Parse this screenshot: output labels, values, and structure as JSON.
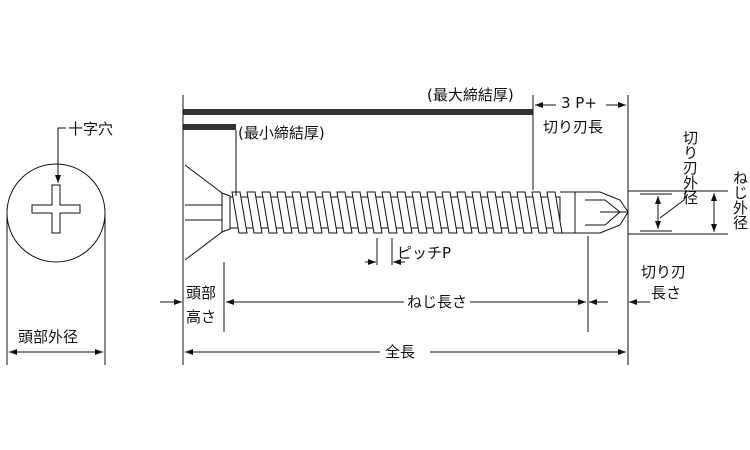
{
  "labels": {
    "cross_recess": "十字穴",
    "head_diameter": "頭部外径",
    "max_fastening_thickness": "(最大締結厚)",
    "min_fastening_thickness": "(最小締結厚)",
    "three_p_plus": "3 P+",
    "cutter_length_top": "切り刃長",
    "cutter_diameter": "切り刃外径",
    "thread_diameter": "ねじ外径",
    "pitch": "ピッチP",
    "head_height_line1": "頭部",
    "head_height_line2": "高さ",
    "thread_length": "ねじ長さ",
    "cutter_length_line1": "切り刃",
    "cutter_length_line2": "長さ",
    "total_length": "全長"
  }
}
